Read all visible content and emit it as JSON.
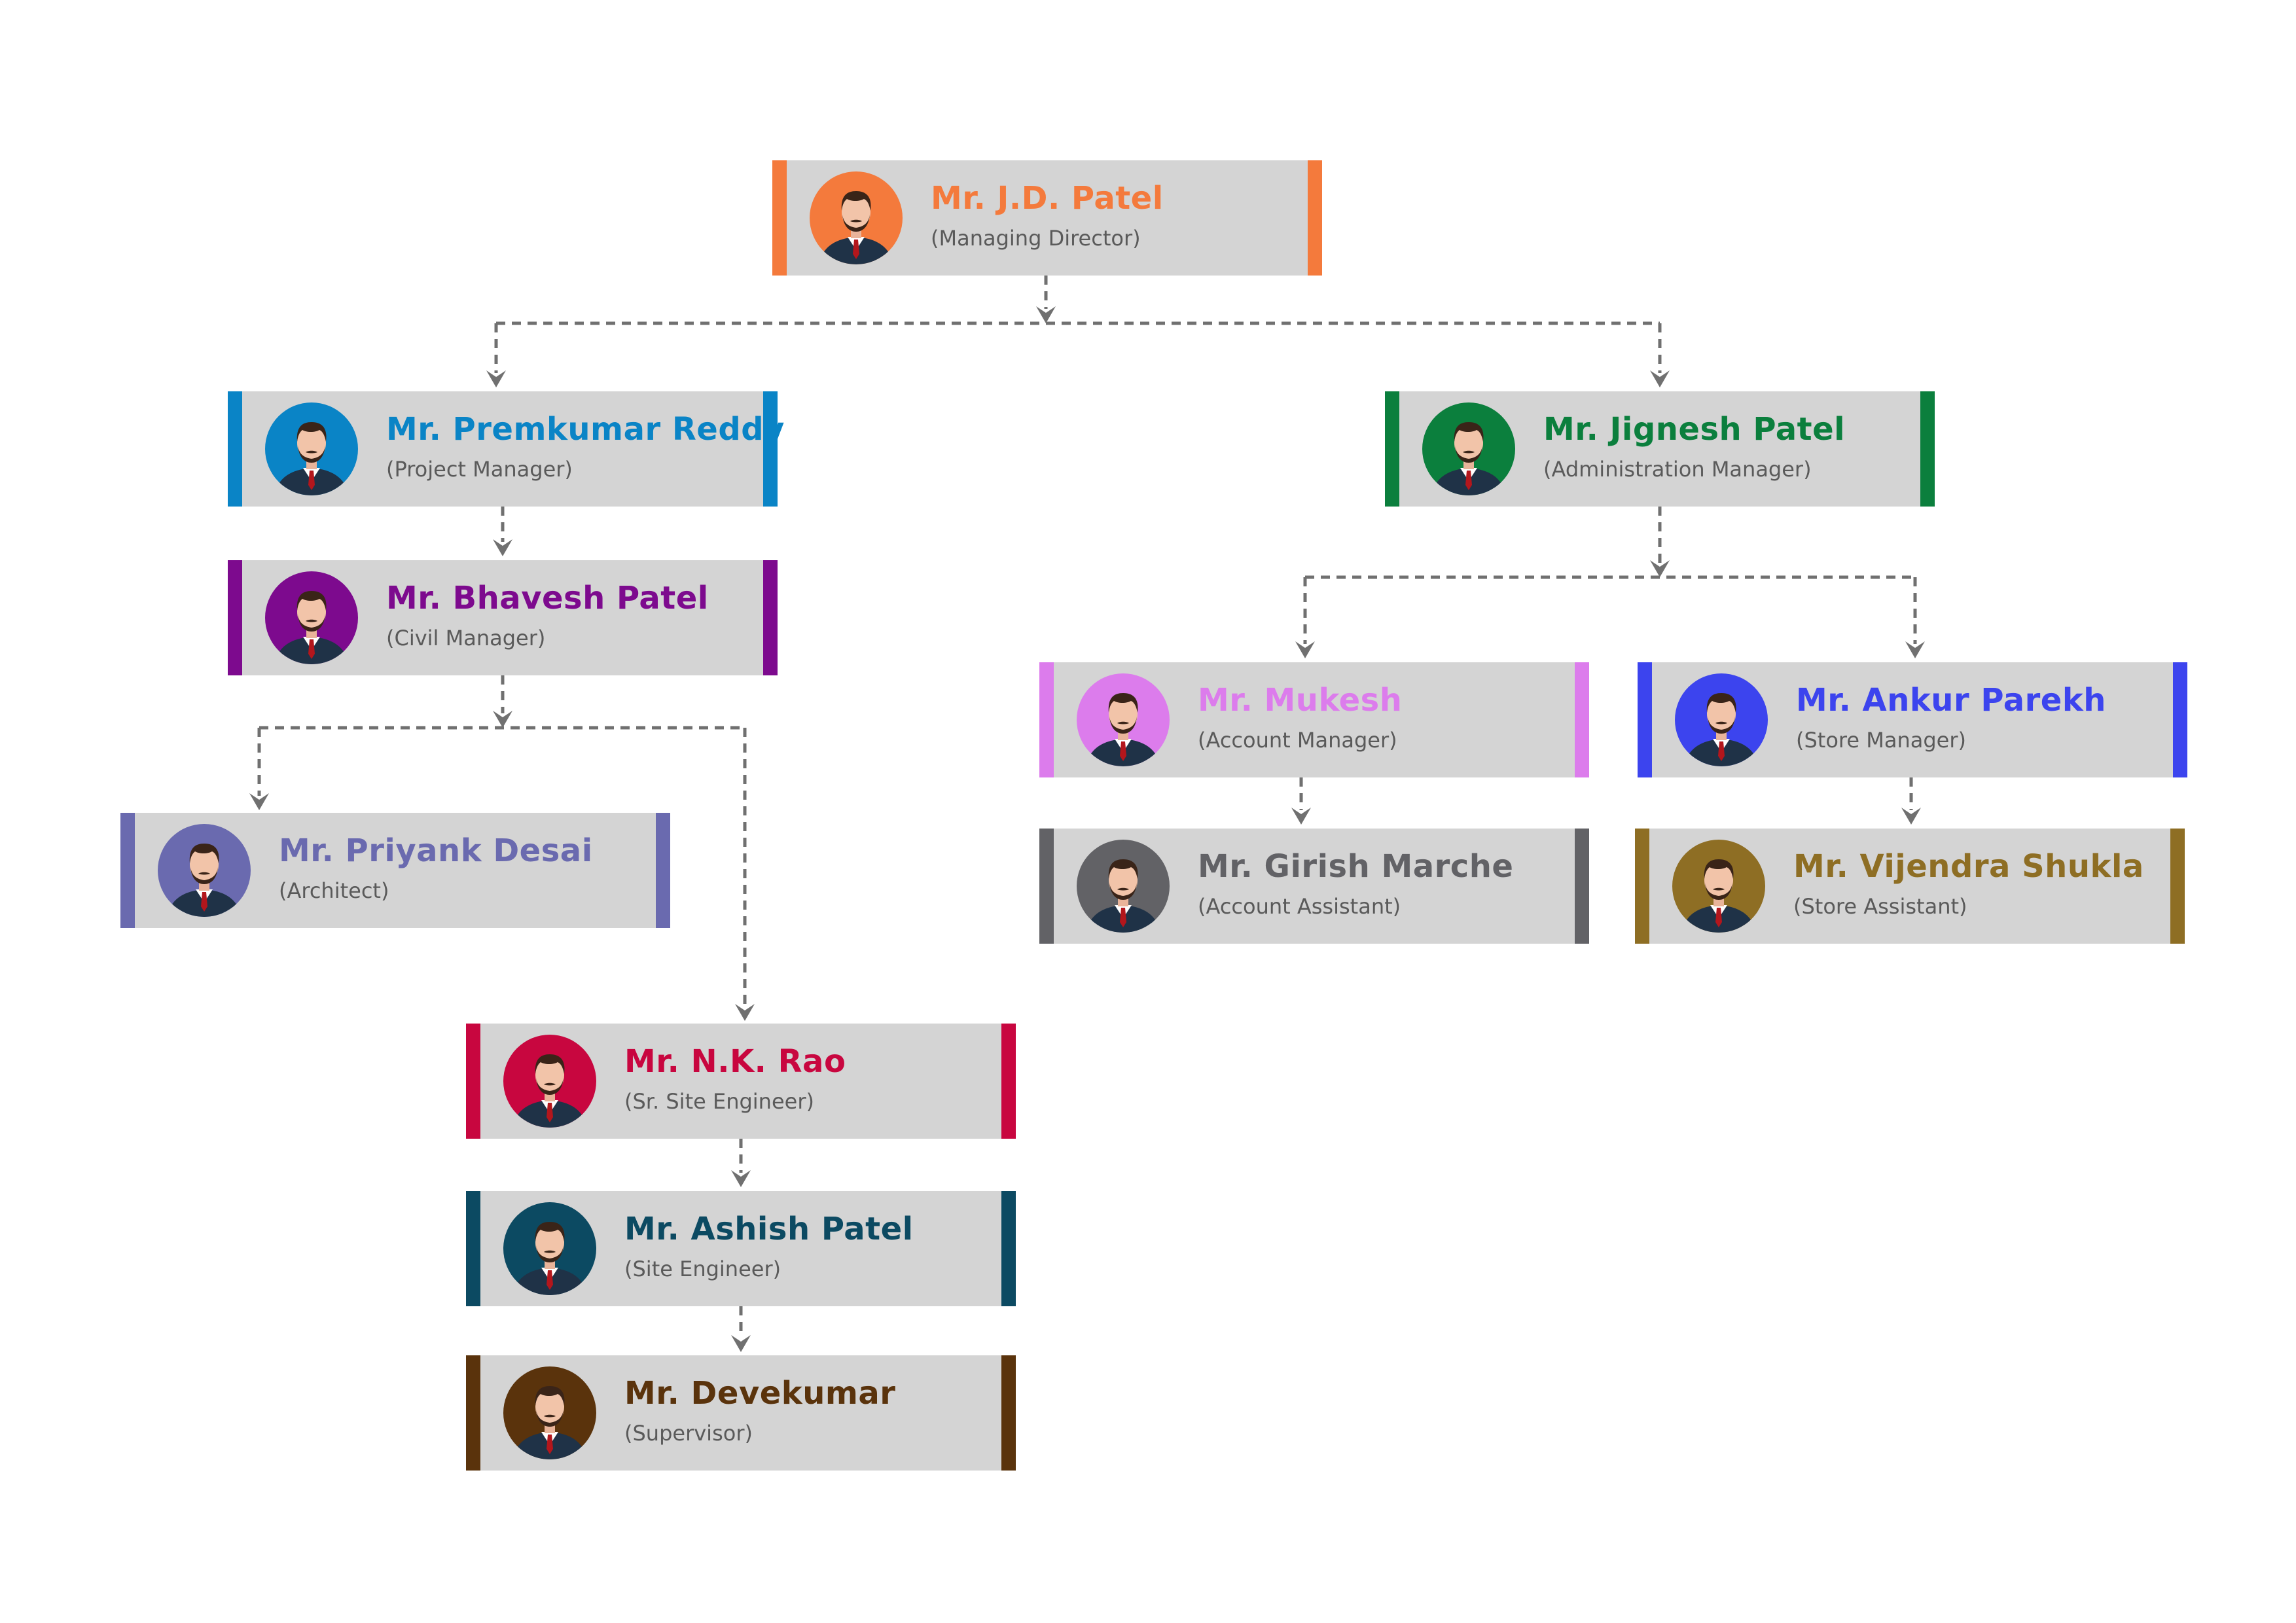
{
  "nodes": [
    {
      "id": "jd-patel",
      "name": "Mr. J.D. Patel",
      "role": "(Managing Director)",
      "color": "#f47a3c"
    },
    {
      "id": "premkumar-reddy",
      "name": "Mr. Premkumar Reddy",
      "role": "(Project Manager)",
      "color": "#0a84c6"
    },
    {
      "id": "jignesh-patel",
      "name": "Mr. Jignesh Patel",
      "role": "(Administration Manager)",
      "color": "#0b7f3d"
    },
    {
      "id": "bhavesh-patel",
      "name": "Mr. Bhavesh Patel",
      "role": "(Civil Manager)",
      "color": "#7d0a8e"
    },
    {
      "id": "priyank-desai",
      "name": "Mr. Priyank Desai",
      "role": "(Architect)",
      "color": "#6a6aaf"
    },
    {
      "id": "nk-rao",
      "name": "Mr. N.K. Rao",
      "role": "(Sr. Site Engineer)",
      "color": "#c8063f"
    },
    {
      "id": "ashish-patel",
      "name": "Mr. Ashish Patel",
      "role": "(Site Engineer)",
      "color": "#0c4a62"
    },
    {
      "id": "devekumar",
      "name": "Mr. Devekumar",
      "role": "(Supervisor)",
      "color": "#5a330c"
    },
    {
      "id": "mukesh",
      "name": "Mr. Mukesh",
      "role": "(Account Manager)",
      "color": "#dc7cec"
    },
    {
      "id": "ankur-parekh",
      "name": "Mr. Ankur Parekh",
      "role": "(Store Manager)",
      "color": "#3c44ee"
    },
    {
      "id": "girish-marche",
      "name": "Mr. Girish Marche",
      "role": "(Account Assistant)",
      "color": "#626266"
    },
    {
      "id": "vijendra-shukla",
      "name": "Mr. Vijendra Shukla",
      "role": "(Store Assistant)",
      "color": "#8e6e24"
    }
  ],
  "edges": [
    [
      "jd-patel",
      "premkumar-reddy"
    ],
    [
      "jd-patel",
      "jignesh-patel"
    ],
    [
      "premkumar-reddy",
      "bhavesh-patel"
    ],
    [
      "bhavesh-patel",
      "priyank-desai"
    ],
    [
      "bhavesh-patel",
      "nk-rao"
    ],
    [
      "nk-rao",
      "ashish-patel"
    ],
    [
      "ashish-patel",
      "devekumar"
    ],
    [
      "jignesh-patel",
      "mukesh"
    ],
    [
      "jignesh-patel",
      "ankur-parekh"
    ],
    [
      "mukesh",
      "girish-marche"
    ],
    [
      "ankur-parekh",
      "vijendra-shukla"
    ]
  ],
  "connector_color": "#707070"
}
